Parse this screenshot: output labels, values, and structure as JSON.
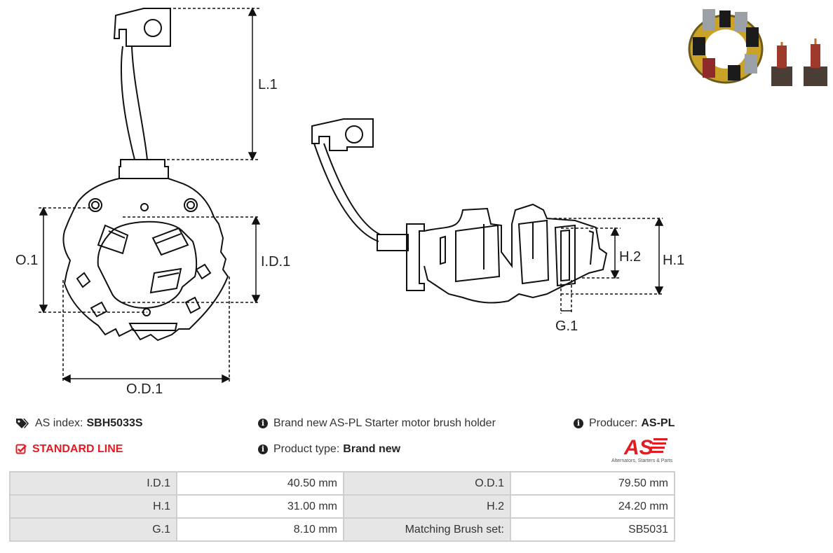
{
  "dimensions": {
    "l1": "L.1",
    "o1": "O.1",
    "id1": "I.D.1",
    "od1": "O.D.1",
    "h2": "H.2",
    "h1": "H.1",
    "g1": "G.1"
  },
  "info": {
    "as_index_label": "AS index:",
    "as_index_value": "SBH5033S",
    "standard_line": "STANDARD LINE",
    "description": "Brand new AS-PL Starter motor brush holder",
    "product_type_label": "Product type:",
    "product_type_value": "Brand new",
    "producer_label": "Producer:",
    "producer_value": "AS-PL",
    "logo_text": "AS",
    "logo_tagline": "Alternators, Starters & Parts"
  },
  "specs": [
    {
      "label1": "I.D.1",
      "value1": "40.50 mm",
      "label2": "O.D.1",
      "value2": "79.50 mm"
    },
    {
      "label1": "H.1",
      "value1": "31.00 mm",
      "label2": "H.2",
      "value2": "24.20 mm"
    },
    {
      "label1": "G.1",
      "value1": "8.10 mm",
      "label2": "Matching Brush set:",
      "value2": "SB5031"
    }
  ],
  "colors": {
    "accent": "#e31b23",
    "table_label_bg": "#e6e6e6",
    "table_border": "#cfcfcf"
  }
}
